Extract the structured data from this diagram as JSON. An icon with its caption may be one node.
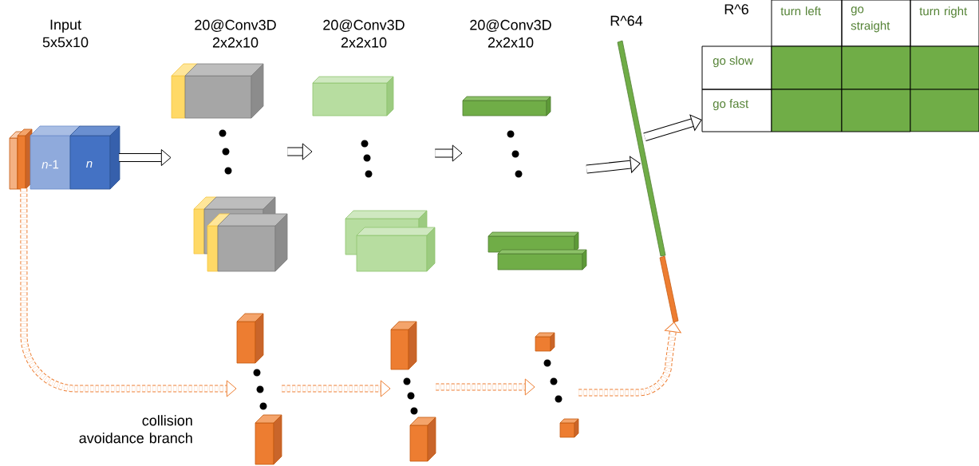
{
  "diagram": {
    "nodes": [
      {
        "text": [
          "Input 5x5x10",
          "*n*-1",
          "n"
        ]
      },
      {
        "text": [
          "20@Conv3D 2x2x10"
        ]
      },
      {
        "text": [
          "20@Conv3D 2x2x10"
        ]
      },
      {
        "text": [
          "20@Conv3D 2x2x10"
        ]
      },
      {
        "text": [
          "R^64"
        ]
      },
      {
        "text": [
          "R^6",
          "turn left",
          "go straight",
          "turn right",
          "go slow",
          "go fast"
        ]
      },
      {
        "text": [],
        "shape": "box"
      },
      {
        "text": [],
        "shape": "box"
      },
      {
        "text": [],
        "shape": "box"
      }
    ],
    "edges": [
      {
        "from": 0,
        "to": 1,
        "arrow": "to"
      },
      {
        "from": 1,
        "to": 2,
        "arrow": "to"
      },
      {
        "from": 2,
        "to": 3,
        "arrow": "to"
      },
      {
        "from": 3,
        "to": 4,
        "arrow": "to"
      },
      {
        "from": 4,
        "to": 5,
        "arrow": "to"
      },
      {
        "from": 0,
        "to": 6,
        "arrow": "to",
        "style": "dashed",
        "color": "#ed7d31"
      },
      {
        "from": 6,
        "to": 7,
        "arrow": "to",
        "style": "dashed",
        "color": "#ed7d31"
      },
      {
        "from": 7,
        "to": 8,
        "arrow": "to",
        "style": "dashed",
        "color": "#ed7d31"
      },
      {
        "from": 8,
        "to": 4,
        "arrow": "to",
        "style": "dashed",
        "color": "#ed7d31"
      }
    ],
    "labels": [
      "collision avoidance branch"
    ]
  }
}
